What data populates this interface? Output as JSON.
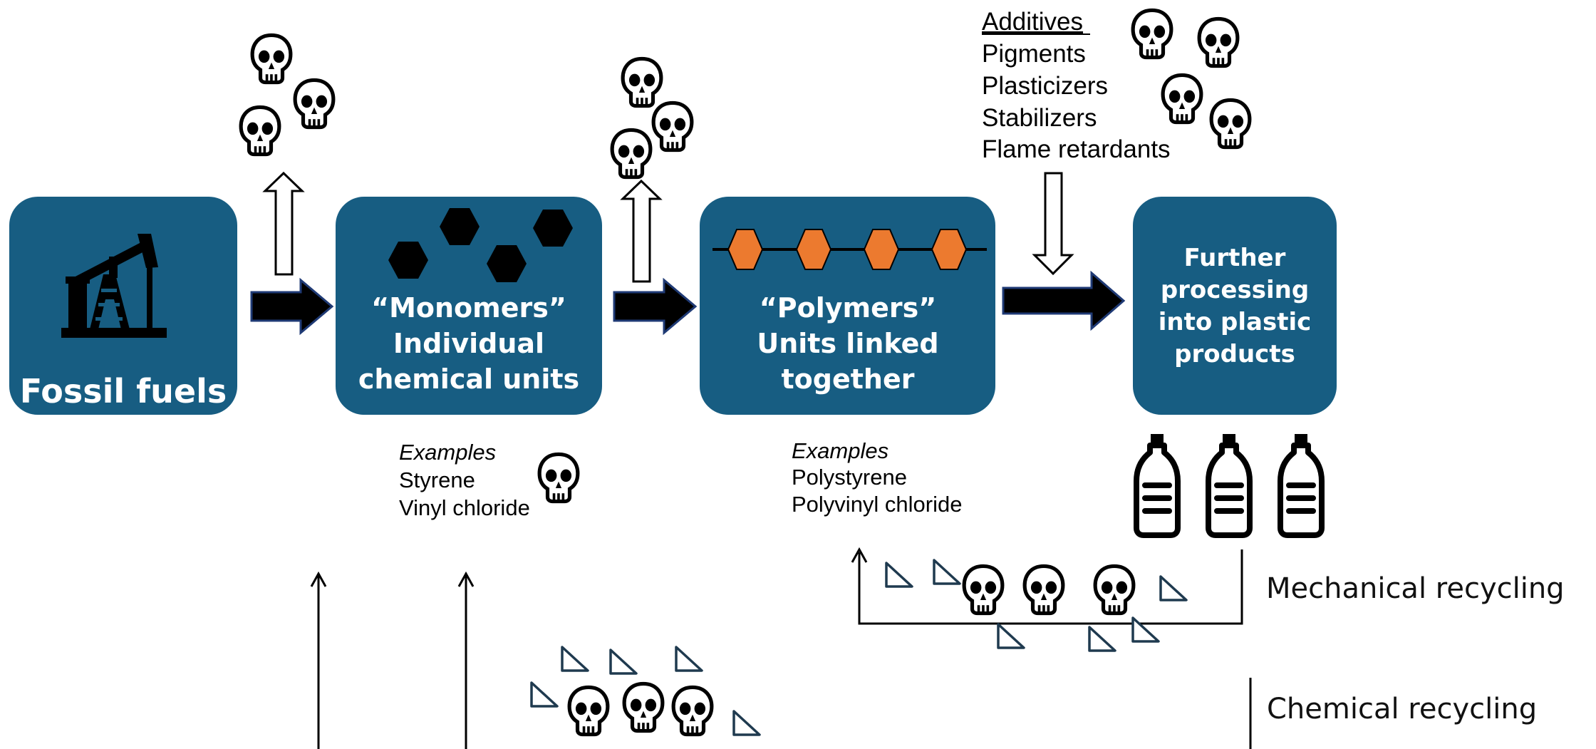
{
  "colors": {
    "box_fill": "#175d82",
    "box_text": "#ffffff",
    "monomer_hex": "#000000",
    "polymer_hex": "#ec7a2f",
    "arrow": "#000000",
    "arrow_outline": "#1f3a75",
    "fragment": "#1f3a4f"
  },
  "stages": {
    "fossil": {
      "title": "Fossil fuels",
      "icon": "oil-pump-icon"
    },
    "monomers": {
      "line1": "“Monomers”",
      "line2": "Individual",
      "line3": "chemical units",
      "icon": "hexagon-icon"
    },
    "polymers": {
      "line1": "“Polymers”",
      "line2": "Units linked",
      "line3": "together",
      "icon": "hexagon-chain-icon"
    },
    "processing": {
      "line1": "Further",
      "line2": "processing",
      "line3": "into plastic",
      "line4": "products"
    }
  },
  "additives": {
    "heading": "Additives",
    "items": [
      "Pigments",
      "Plasticizers",
      "Stabilizers",
      "Flame retardants"
    ]
  },
  "monomer_examples": {
    "heading": "Examples",
    "items": [
      "Styrene",
      "Vinyl chloride"
    ]
  },
  "polymer_examples": {
    "heading": "Examples",
    "items": [
      "Polystyrene",
      "Polyvinyl chloride"
    ]
  },
  "recycling": {
    "mechanical": "Mechanical recycling",
    "chemical": "Chemical recycling"
  },
  "icons": {
    "toxic": "skull-icon",
    "product": "bottle-icon",
    "fragment": "plastic-fragment-icon"
  }
}
